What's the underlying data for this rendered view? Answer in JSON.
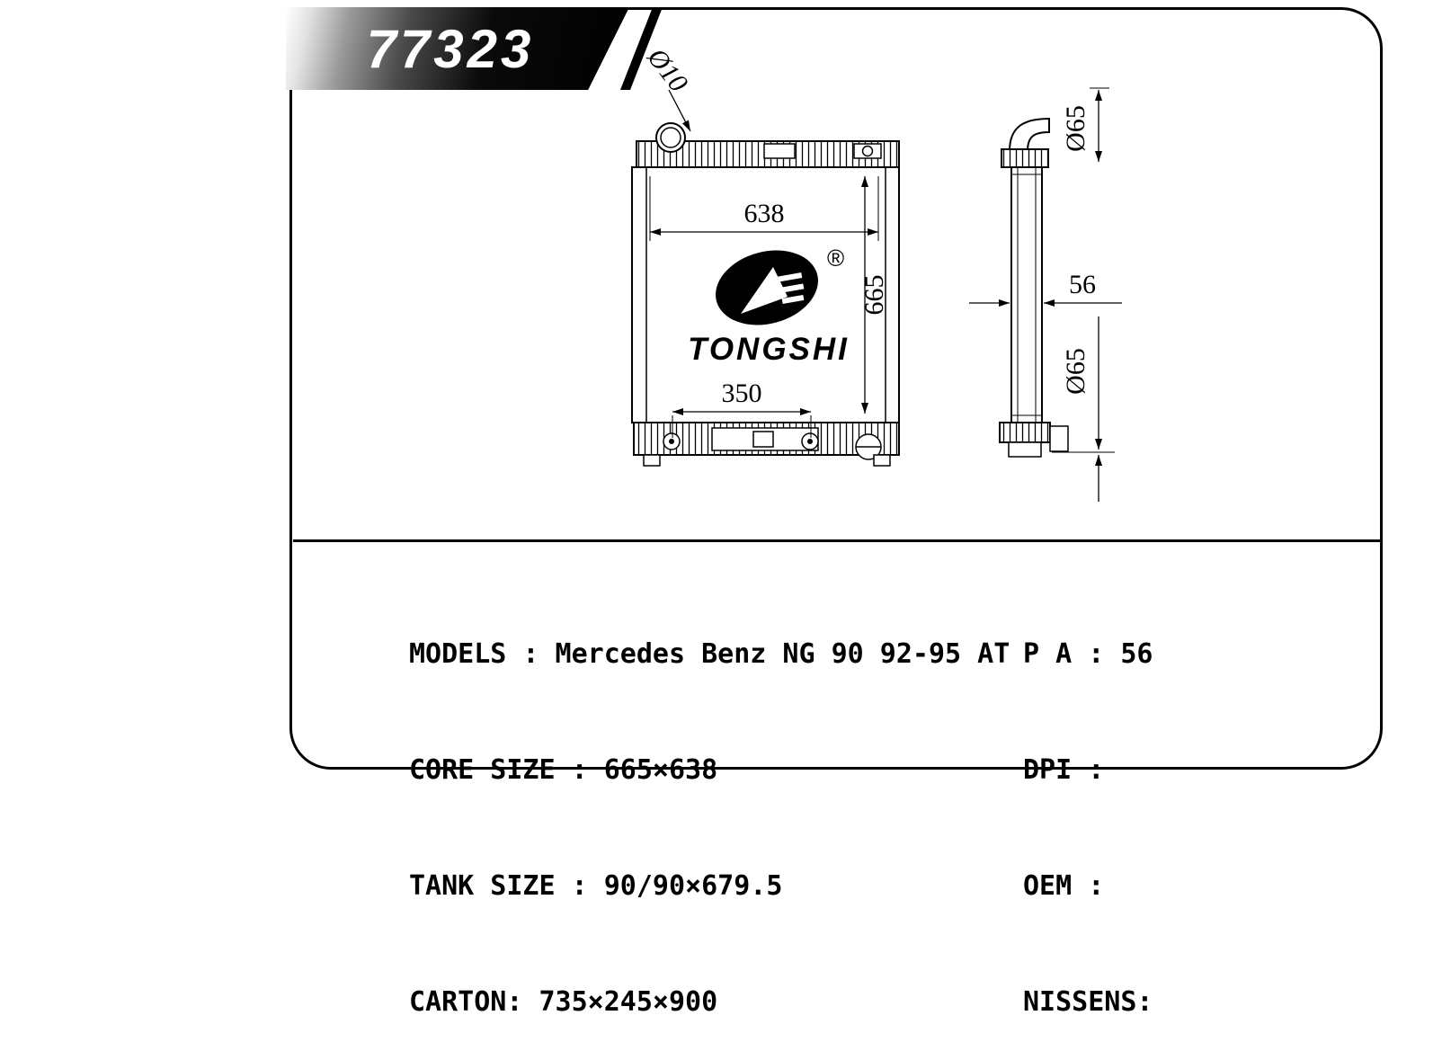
{
  "banner": {
    "part_number": "77323"
  },
  "logo": {
    "brand": "TONGSHI",
    "registered_mark": "®"
  },
  "dimensions": {
    "front": {
      "width": "638",
      "height": "665",
      "bolt_span": "350",
      "hole": "Ø10"
    },
    "side": {
      "top_pipe": "Ø65",
      "thickness": "56",
      "bottom_pipe": "Ø65"
    }
  },
  "specs": {
    "left": [
      "MODELS : Mercedes Benz NG 90 92-95 AT",
      "CORE SIZE : 665×638",
      "TANK SIZE : 90/90×679.5",
      "CARTON: 735×245×900"
    ],
    "right": [
      "P A : 56",
      "DPI :",
      "OEM :",
      "NISSENS:"
    ]
  }
}
